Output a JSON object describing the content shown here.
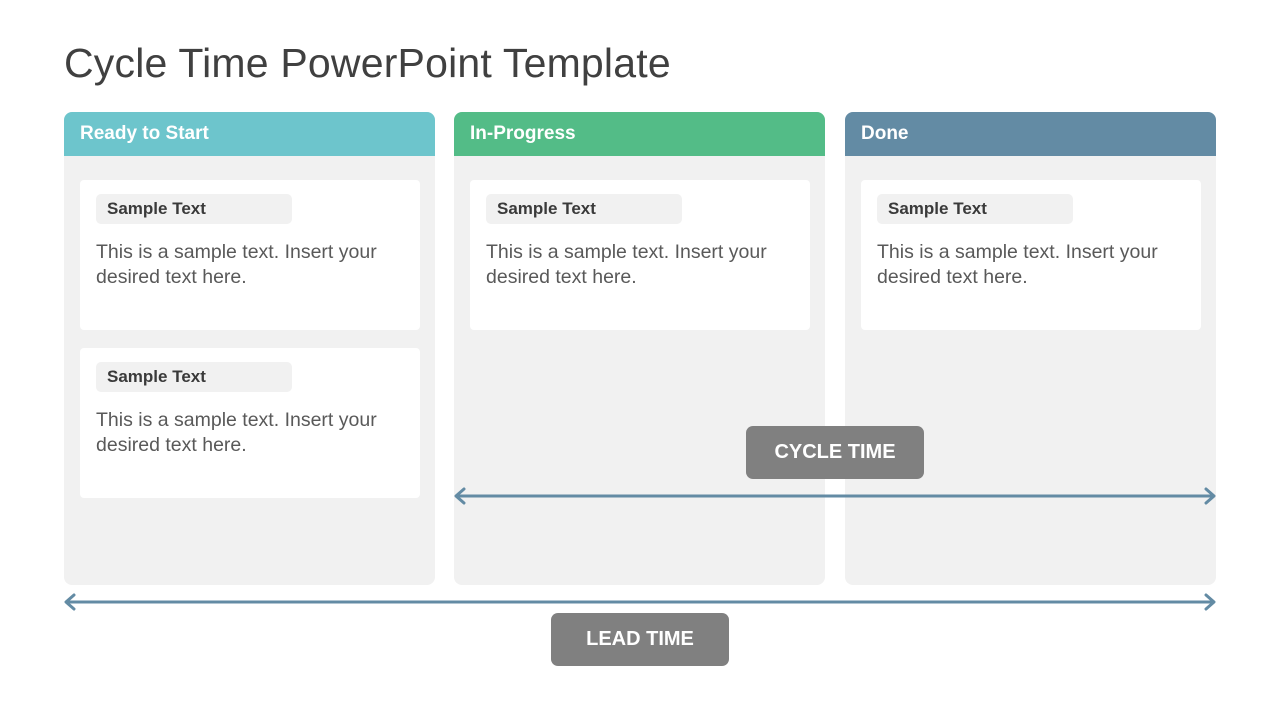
{
  "title": "Cycle Time PowerPoint Template",
  "colors": {
    "ready": "#6dc5cc",
    "in_progress": "#53bc87",
    "done": "#638ba4",
    "arrow": "#638ba4",
    "pill": "#808080",
    "column_bg": "#f1f1f1"
  },
  "columns": [
    {
      "header": "Ready to Start",
      "cards": [
        {
          "tag": "Sample Text",
          "body": "This is a sample text. Insert your desired text here."
        },
        {
          "tag": "Sample Text",
          "body": "This is a sample text. Insert your desired text here."
        }
      ]
    },
    {
      "header": "In-Progress",
      "cards": [
        {
          "tag": "Sample Text",
          "body": "This is a sample text. Insert your desired text here."
        }
      ]
    },
    {
      "header": "Done",
      "cards": [
        {
          "tag": "Sample Text",
          "body": "This is a sample text. Insert your desired text here."
        }
      ]
    }
  ],
  "cycle_time": {
    "label": "CYCLE TIME"
  },
  "lead_time": {
    "label": "LEAD TIME"
  }
}
